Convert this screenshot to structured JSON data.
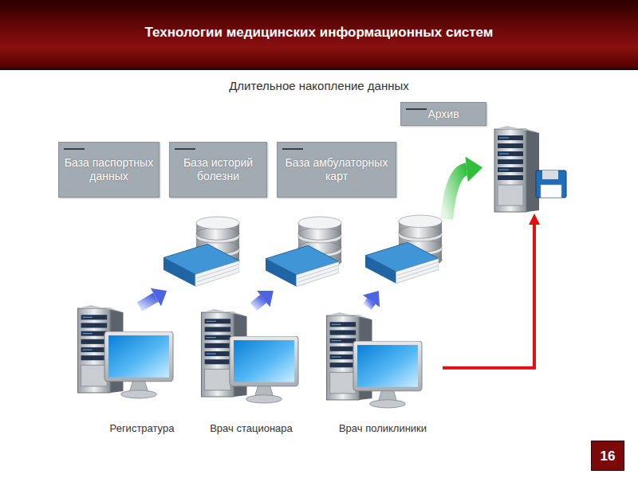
{
  "diagram": {
    "title": "Технологии медицинских информационных систем",
    "nodes": [
      {
        "text": [
          "База паспортных данных"
        ]
      },
      {
        "text": [
          "База историй болезни"
        ]
      },
      {
        "text": [
          "База амбулаторных карт"
        ]
      },
      {
        "text": [
          "Архив"
        ]
      },
      {
        "text": [
          "Регистратура"
        ]
      },
      {
        "text": [
          "Врач стационара"
        ]
      },
      {
        "text": [
          "Врач поликлиники"
        ]
      }
    ],
    "edges": [
      {
        "from": 4,
        "to": 0,
        "arrow": "to"
      },
      {
        "from": 5,
        "to": 1,
        "arrow": "to"
      },
      {
        "from": 6,
        "to": 2,
        "arrow": "to"
      },
      {
        "from": 2,
        "to": 3,
        "arrow": "to"
      },
      {
        "from": 6,
        "to": 3,
        "arrow": "to"
      }
    ],
    "labels": [
      "Длительное накопление данных",
      "16"
    ]
  }
}
